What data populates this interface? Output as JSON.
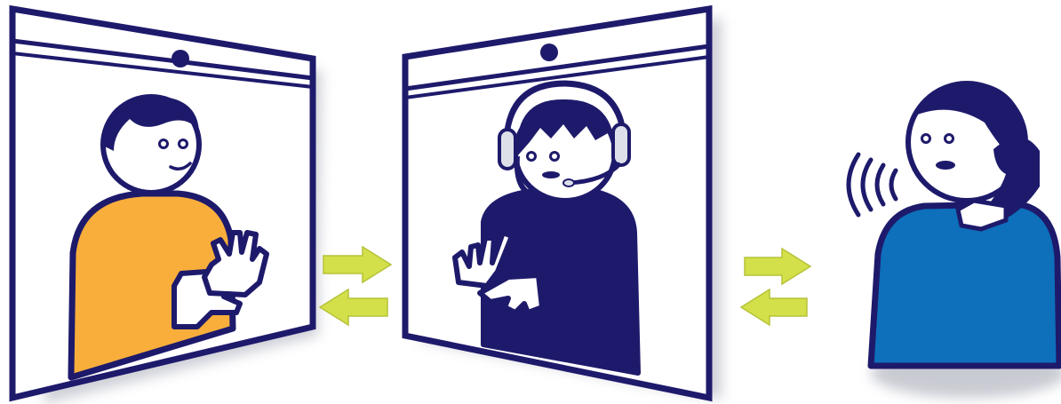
{
  "diagram": {
    "panels": [
      {
        "id": "deaf-user",
        "role": "sign-language-user",
        "shirt_color": "#F9AE3C"
      },
      {
        "id": "interpreter",
        "role": "video-relay-interpreter",
        "shirt_color": "#1E1A6B"
      },
      {
        "id": "hearing-user",
        "role": "telephone-caller",
        "shirt_color": "#0E6FBA"
      }
    ],
    "connections": [
      {
        "from": "deaf-user",
        "to": "interpreter",
        "direction": "bidirectional"
      },
      {
        "from": "interpreter",
        "to": "hearing-user",
        "direction": "bidirectional"
      }
    ],
    "colors": {
      "outline": "#1E1A6B",
      "arrow_fill": "#D3E04A",
      "arrow_stroke": "#B6C238",
      "skin": "#FFFFFF",
      "panel_bg": "#FFFFFF",
      "shadow": "#C9CBD3"
    }
  }
}
